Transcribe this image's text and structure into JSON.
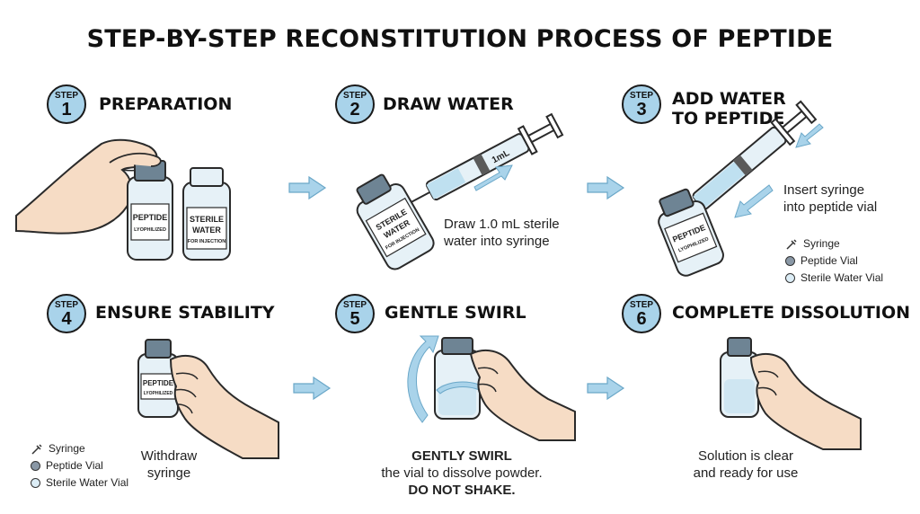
{
  "title": "STEP-BY-STEP RECONSTITUTION PROCESS OF PEPTIDE",
  "step_word": "STEP",
  "steps": [
    {
      "number": "1",
      "title": "PREPARATION",
      "caption": ""
    },
    {
      "number": "2",
      "title": "DRAW WATER",
      "caption": "Draw 1.0 mL sterile water into syringe"
    },
    {
      "number": "3",
      "title_line1": "ADD WATER",
      "title_line2": "TO PEPTIDE",
      "caption_line1": "Insert syringe",
      "caption_line2": "into peptide vial"
    },
    {
      "number": "4",
      "title": "ENSURE STABILITY",
      "caption_line1": "Withdraw",
      "caption_line2": "syringe"
    },
    {
      "number": "5",
      "title": "GENTLE SWIRL",
      "caption_bold": "GENTLY SWIRL",
      "caption_mid": "the vial to dissolve powder.",
      "caption_warn": "DO NOT SHAKE."
    },
    {
      "number": "6",
      "title": "COMPLETE DISSOLUTION",
      "caption_line1": "Solution is clear",
      "caption_line2": "and ready for use"
    }
  ],
  "vial_labels": {
    "peptide": "PEPTIDE",
    "lyophilized": "LYOPHILIZED",
    "sterile": "STERILE",
    "water": "WATER",
    "for_injection": "FOR INJECTION",
    "syringe_mark": "1mL"
  },
  "legend": {
    "syringe": "Syringe",
    "peptide_vial": "Peptide Vial",
    "sterile_water_vial": "Sterile Water Vial"
  },
  "colors": {
    "badge": "#a9d3ea",
    "arrow": "#a9d3ea",
    "skin": "#f6dcc5",
    "vial_glass": "#e6f1f7",
    "cap": "#6e8494"
  }
}
